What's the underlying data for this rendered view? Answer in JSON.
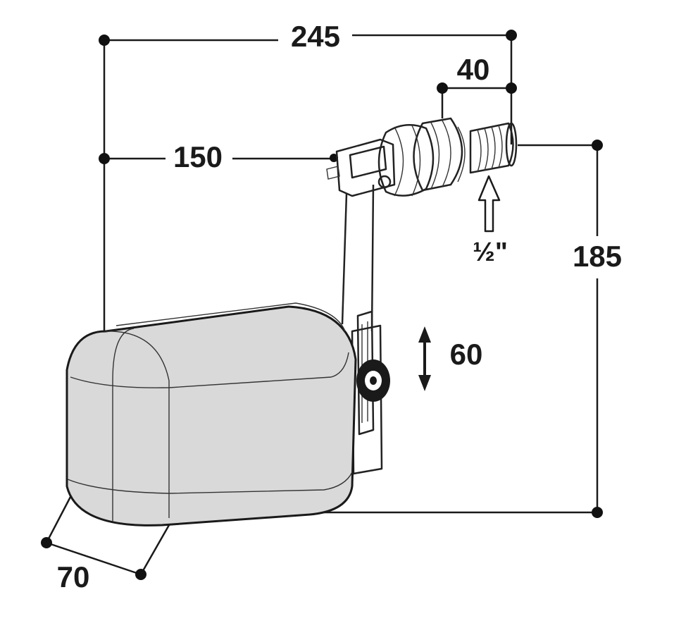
{
  "dimensions": {
    "overall_width": "245",
    "nozzle_length": "40",
    "arm_reach": "150",
    "height": "185",
    "adjustment": "60",
    "float_depth": "70",
    "thread_size": "½\""
  },
  "colors": {
    "line": "#1a1a1a",
    "float_fill": "#d9d9d9",
    "metal_fill": "#ffffff"
  },
  "icons": [
    "dimension-dot",
    "up-arrow",
    "double-arrow-vertical"
  ]
}
